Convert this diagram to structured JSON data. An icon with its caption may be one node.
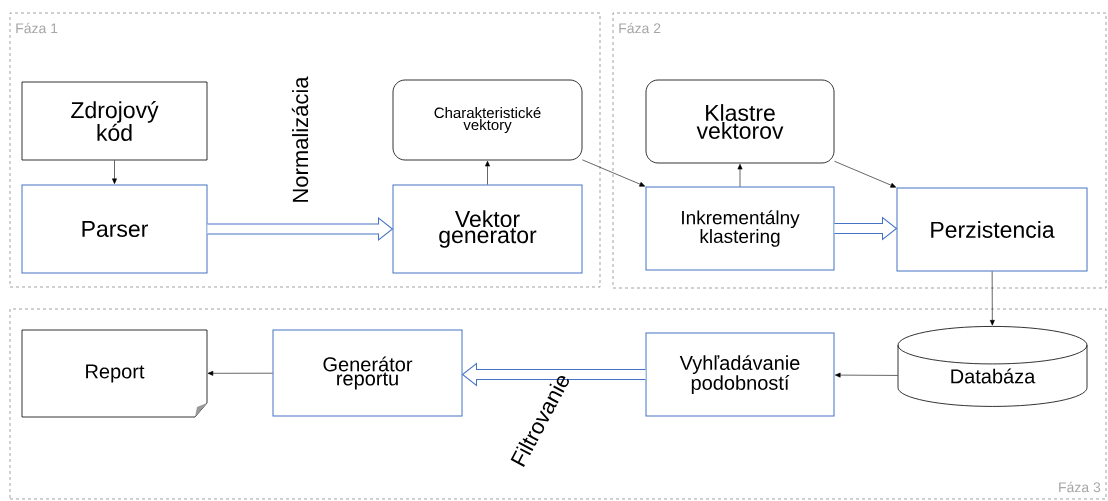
{
  "diagram": {
    "nodes": [
      {
        "text": [
          "Fáza 1"
        ]
      },
      {
        "text": [
          "Fáza 2"
        ]
      },
      {
        "text": [
          "Fáza 3"
        ]
      },
      {
        "text": [
          "Zdrojový kód"
        ],
        "in": 0
      },
      {
        "text": [
          "Parser"
        ],
        "in": 0
      },
      {
        "text": [
          "Charakteristické vektory"
        ],
        "in": 0
      },
      {
        "text": [
          "Vektor generator"
        ],
        "in": 0
      },
      {
        "text": [
          "Klastre vektorov"
        ],
        "in": 1
      },
      {
        "text": [
          "Inkrementálny klastering"
        ],
        "in": 1
      },
      {
        "text": [
          "Perzistencia"
        ],
        "in": 1
      },
      {
        "text": [
          "Report"
        ],
        "in": 2
      },
      {
        "text": [
          "Generátor reportu"
        ],
        "in": 2
      },
      {
        "text": [
          "Vyhľadávanie podobností"
        ],
        "in": 2
      },
      {
        "text": [
          "Databáza"
        ],
        "in": 2
      }
    ],
    "edges": [
      {
        "from": 3,
        "to": 4,
        "arrow": "to"
      },
      {
        "from": 4,
        "to": 6,
        "arrow": "to",
        "label": "Normalizácia",
        "style": "thick",
        "color": "#4472c4"
      },
      {
        "from": 6,
        "to": 5,
        "arrow": "to"
      },
      {
        "from": 5,
        "to": 8,
        "arrow": "to"
      },
      {
        "from": 8,
        "to": 7,
        "arrow": "to"
      },
      {
        "from": 7,
        "to": 9,
        "arrow": "to"
      },
      {
        "from": 8,
        "to": 9,
        "arrow": "to",
        "style": "thick",
        "color": "#4472c4"
      },
      {
        "from": 9,
        "to": 13,
        "arrow": "to"
      },
      {
        "from": 13,
        "to": 12,
        "arrow": "to"
      },
      {
        "from": 12,
        "to": 11,
        "arrow": "to",
        "label": "Filtrovanie",
        "style": "thick",
        "color": "#4472c4"
      },
      {
        "from": 11,
        "to": 10,
        "arrow": "to"
      }
    ]
  }
}
